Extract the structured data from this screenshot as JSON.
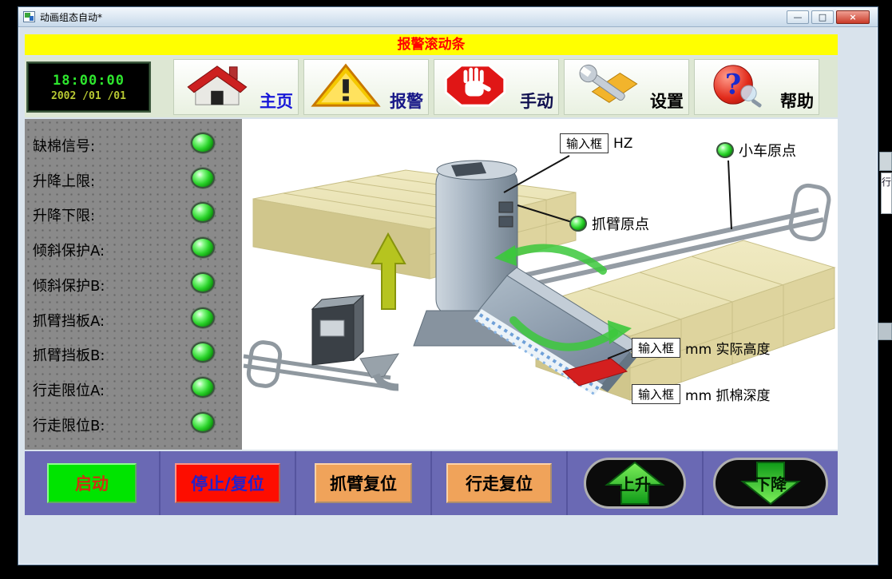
{
  "window": {
    "title": "动画组态自动*",
    "controls": {
      "minimize": "—",
      "maximize": "□",
      "close": "×"
    }
  },
  "alarm_bar": {
    "text": "报警滚动条"
  },
  "clock": {
    "time": "18:00:00",
    "date": "2002 /01 /01"
  },
  "toolbar": {
    "items": [
      {
        "label": "主页",
        "icon": "home-icon"
      },
      {
        "label": "报警",
        "icon": "alarm-icon"
      },
      {
        "label": "手动",
        "icon": "manual-stop-icon"
      },
      {
        "label": "设置",
        "icon": "settings-wrench-icon"
      },
      {
        "label": "帮助",
        "icon": "help-icon"
      }
    ]
  },
  "indicators": [
    {
      "label": "缺棉信号:"
    },
    {
      "label": "升降上限:"
    },
    {
      "label": "升降下限:"
    },
    {
      "label": "倾斜保护A:"
    },
    {
      "label": "倾斜保护B:"
    },
    {
      "label": "抓臂挡板A:"
    },
    {
      "label": "抓臂挡板B:"
    },
    {
      "label": "行走限位A:"
    },
    {
      "label": "行走限位B:"
    }
  ],
  "diagram": {
    "hz": {
      "box": "输入框",
      "unit": "HZ"
    },
    "cart_origin": {
      "label": "小车原点"
    },
    "arm_origin": {
      "label": "抓臂原点"
    },
    "actual_height": {
      "box": "输入框",
      "unit": "mm 实际高度"
    },
    "grab_depth": {
      "box": "输入框",
      "unit": "mm 抓棉深度"
    }
  },
  "bottom_bar": {
    "buttons": [
      {
        "label": "启动"
      },
      {
        "label": "停止/复位"
      },
      {
        "label": "抓臂复位"
      },
      {
        "label": "行走复位"
      },
      {
        "label": "上升"
      },
      {
        "label": "下降"
      }
    ]
  },
  "background_fragments": {
    "strip_text": "行"
  },
  "colors": {
    "alarm_bar_bg": "#ffff00",
    "alarm_text": "#ff0000",
    "clock_time": "#2ee62e",
    "clock_date": "#b7c832",
    "sidebar_bg": "#8a8a8a",
    "led_green": "#2ad32a",
    "bottombar_bg": "#6a69b4",
    "start_green": "#00e400",
    "stop_red": "#fd0d00",
    "reset_orange": "#f0a35a"
  }
}
